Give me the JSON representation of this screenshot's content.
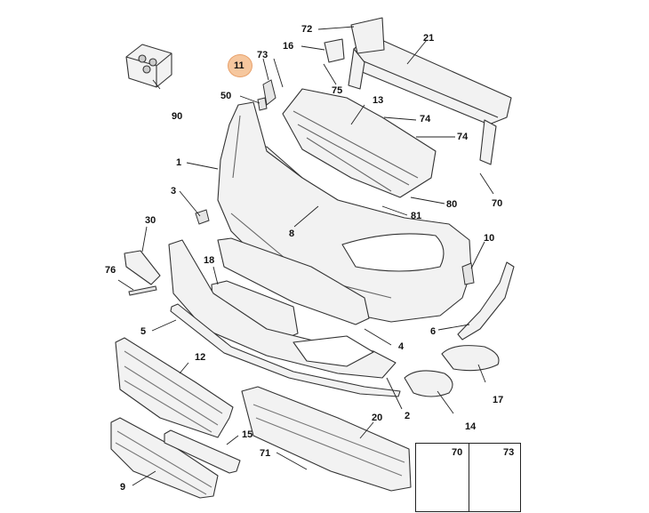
{
  "callouts": {
    "c1": "1",
    "c2": "2",
    "c3": "3",
    "c4": "4",
    "c5": "5",
    "c6": "6",
    "c8": "8",
    "c9": "9",
    "c10": "10",
    "c11": "11",
    "c12": "12",
    "c13": "13",
    "c14": "14",
    "c15": "15",
    "c16": "16",
    "c17": "17",
    "c18": "18",
    "c20": "20",
    "c21": "21",
    "c30": "30",
    "c50": "50",
    "c70": "70",
    "c71": "71",
    "c72": "72",
    "c73": "73",
    "c74a": "74",
    "c74b": "74",
    "c75": "75",
    "c76": "76",
    "c80": "80",
    "c81": "81",
    "c90": "90"
  },
  "legend": {
    "left": "70",
    "right": "73"
  },
  "highlight_color": "#f6c79e"
}
